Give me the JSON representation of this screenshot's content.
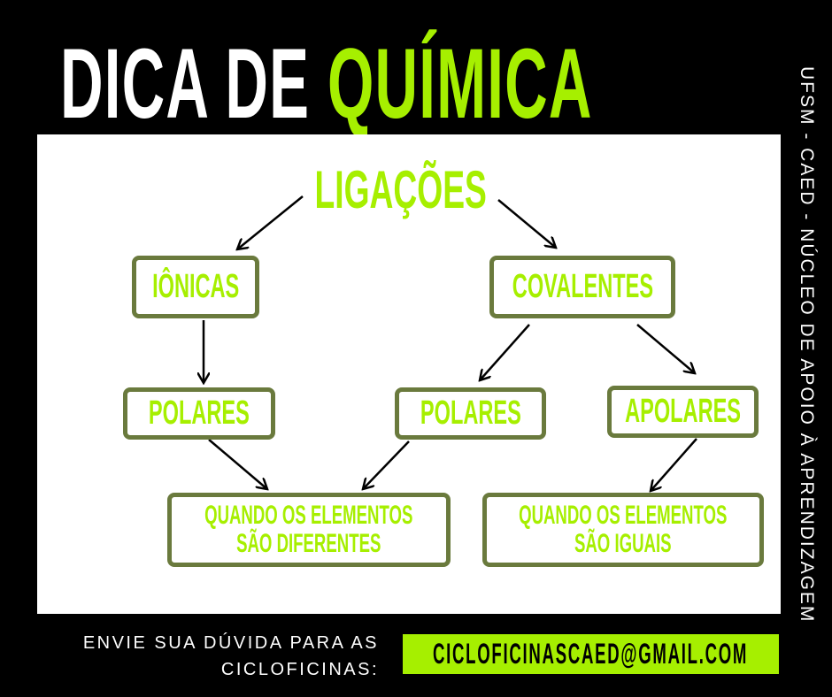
{
  "header": {
    "title_white": "DICA DE ",
    "title_green": "QUÍMICA"
  },
  "side_text": "UFSM - CAED - NÚCLEO DE APOIO À APRENDIZAGEM",
  "diagram": {
    "root": "LIGAÇÕES",
    "ionicas": "IÔNICAS",
    "covalentes": "COVALENTES",
    "polares_ionicas": "POLARES",
    "polares_covalentes": "POLARES",
    "apolares": "APOLARES",
    "diferentes": [
      "QUANDO OS ELEMENTOS",
      "SÃO DIFERENTES"
    ],
    "iguais": [
      "QUANDO OS ELEMENTOS",
      "SÃO IGUAIS"
    ]
  },
  "footer": {
    "line1": "ENVIE SUA DÚVIDA PARA AS",
    "line2": "CICLOFICINAS:",
    "email": "CICLOFICINASCAED@GMAIL.COM"
  },
  "colors": {
    "accent": "#a6ef00",
    "box_border": "#6a7a3d",
    "background": "#000000"
  }
}
